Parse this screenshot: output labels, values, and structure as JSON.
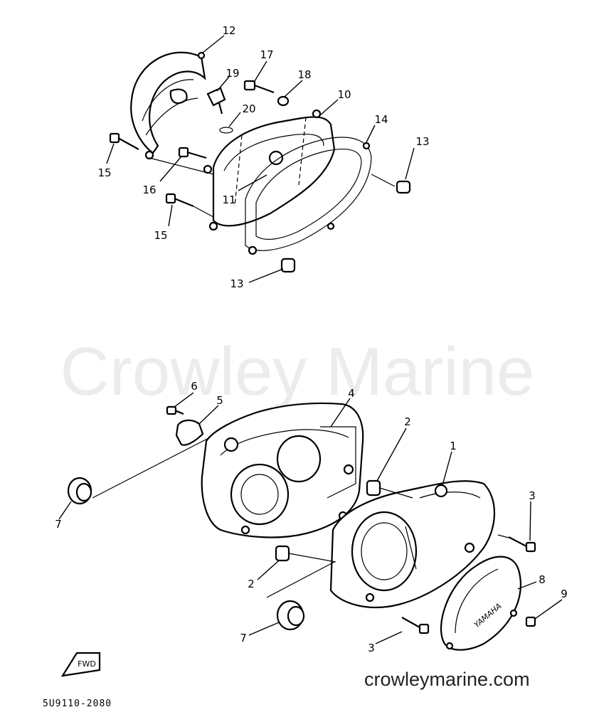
{
  "watermark": "Crowley Marine",
  "footer_site": "crowleymarine.com",
  "drawing_code": "5U9110-2080",
  "fwd_label": "FWD",
  "brand_mark": "YAMAHA",
  "labels": {
    "l12": "12",
    "l17": "17",
    "l19": "19",
    "l18": "18",
    "l10": "10",
    "l20": "20",
    "l14": "14",
    "l13a": "13",
    "l15a": "15",
    "l16": "16",
    "l11": "11",
    "l15b": "15",
    "l13b": "13",
    "l6": "6",
    "l5": "5",
    "l4": "4",
    "l2a": "2",
    "l1": "1",
    "l7a": "7",
    "l3a": "3",
    "l8": "8",
    "l2b": "2",
    "l9": "9",
    "l7b": "7",
    "l3b": "3"
  }
}
